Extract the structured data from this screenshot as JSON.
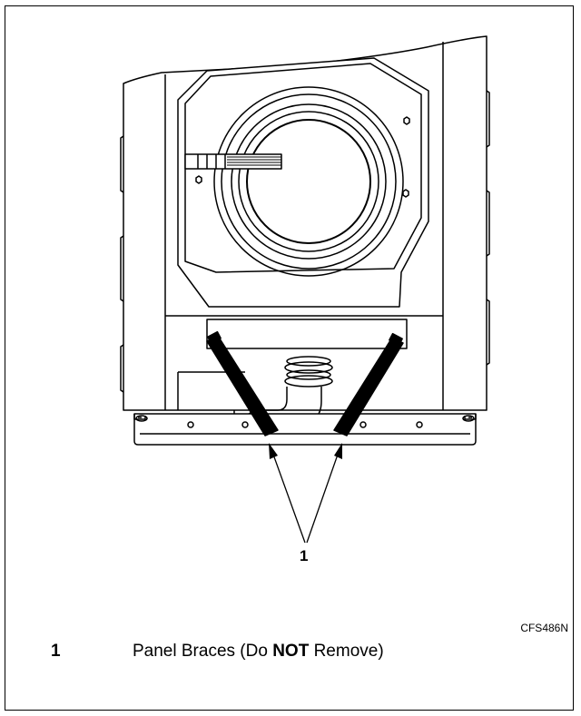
{
  "diagram": {
    "callout_number": "1",
    "figure_code": "CFS486N"
  },
  "legend": {
    "items": [
      {
        "number": "1",
        "text_before": "Panel Braces (Do ",
        "text_emphasis": "NOT",
        "text_after": " Remove)"
      }
    ]
  }
}
